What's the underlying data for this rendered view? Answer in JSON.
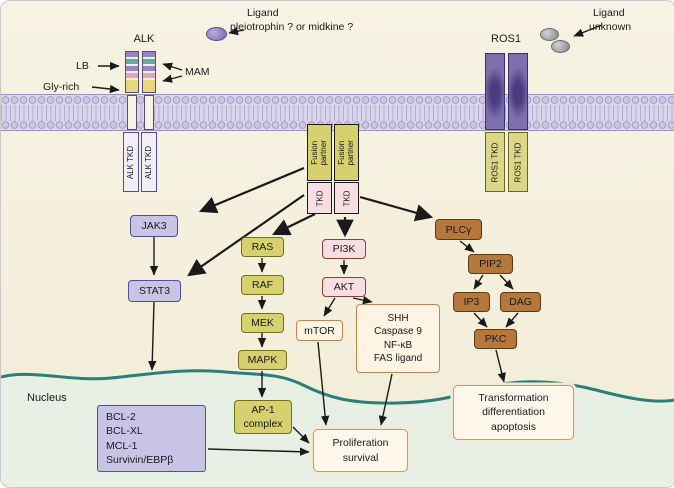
{
  "ligands": {
    "left": {
      "line1": "Ligand",
      "line2": "pleiotrophin ? or midkine ?"
    },
    "right": {
      "line1": "Ligand",
      "line2": "unknown"
    }
  },
  "receptors": {
    "alk": {
      "name": "ALK",
      "lb": "LB",
      "mam": "MAM",
      "gly_rich": "Gly-rich",
      "tkd": "ALK TKD"
    },
    "ros1": {
      "name": "ROS1",
      "tkd": "ROS1 TKD"
    },
    "fusion": {
      "partner": "Fusion\npartner",
      "tkd": "TKD"
    }
  },
  "nodes": {
    "jak3": "JAK3",
    "stat3": "STAT3",
    "ras": "RAS",
    "raf": "RAF",
    "mek": "MEK",
    "mapk": "MAPK",
    "pi3k": "PI3K",
    "akt": "AKT",
    "mtor": "mTOR",
    "shh_box": "SHH\nCaspase 9\nNF-κB\nFAS ligand",
    "plcg": "PLCγ",
    "pip2": "PIP2",
    "ip3": "IP3",
    "dag": "DAG",
    "pkc": "PKC",
    "ap1": "AP-1\ncomplex"
  },
  "nucleus": {
    "label": "Nucleus",
    "bcl": [
      "BCL-2",
      "BCL-XL",
      "MCL-1",
      "Survivin/EBPβ"
    ],
    "proliferation": "Proliferation\nsurvival",
    "transformation": "Transformation\ndifferentiation\napoptosis"
  },
  "palette": {
    "membrane": "#d9d5ea",
    "olive_box": "#d6d06e",
    "lavender_box": "#c9c4e6",
    "pink_box": "#f6dee2",
    "brown_box": "#b5773c",
    "cream_box": "#fdf4e4",
    "nucleus_fill": "#e8efe4",
    "nucleus_line": "#2a7f76",
    "ros1_purple": "#7e6fae",
    "ligand_purple": "#8a7abc"
  }
}
